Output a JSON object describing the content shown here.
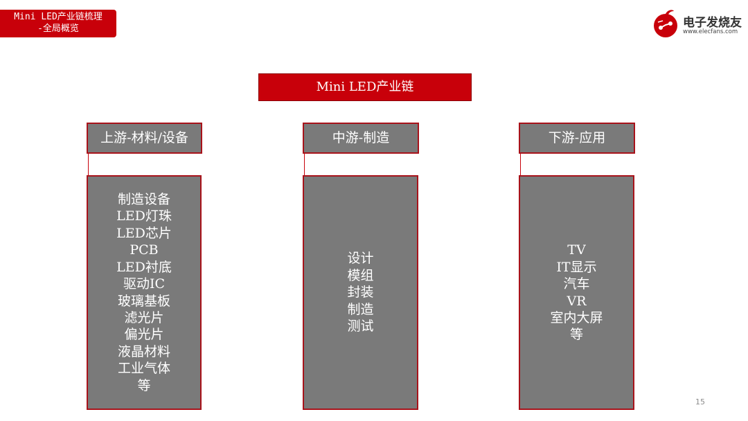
{
  "section_tag": {
    "line1": "Mini LED产业链梳理",
    "line2": "-全局概览"
  },
  "logo": {
    "name": "电子发烧友",
    "url": "www.elecfans.com",
    "icon": "elecfans-logo-icon",
    "color": "#c8000a"
  },
  "diagram": {
    "root": "Mini LED产业链",
    "columns": [
      {
        "header": "上游-材料/设备",
        "items": [
          "制造设备",
          "LED灯珠",
          "LED芯片",
          "PCB",
          "LED衬底",
          "驱动IC",
          "玻璃基板",
          "滤光片",
          "偏光片",
          "液晶材料",
          "工业气体",
          "等"
        ]
      },
      {
        "header": "中游-制造",
        "items": [
          "设计",
          "模组",
          "封装",
          "制造",
          "测试"
        ]
      },
      {
        "header": "下游-应用",
        "items": [
          "TV",
          "IT显示",
          "汽车",
          "VR",
          "室内大屏",
          "等"
        ]
      }
    ]
  },
  "page_number": "15",
  "colors": {
    "accent": "#c8000a",
    "box_fill": "#7a7a7a",
    "box_border": "#a8121a"
  }
}
